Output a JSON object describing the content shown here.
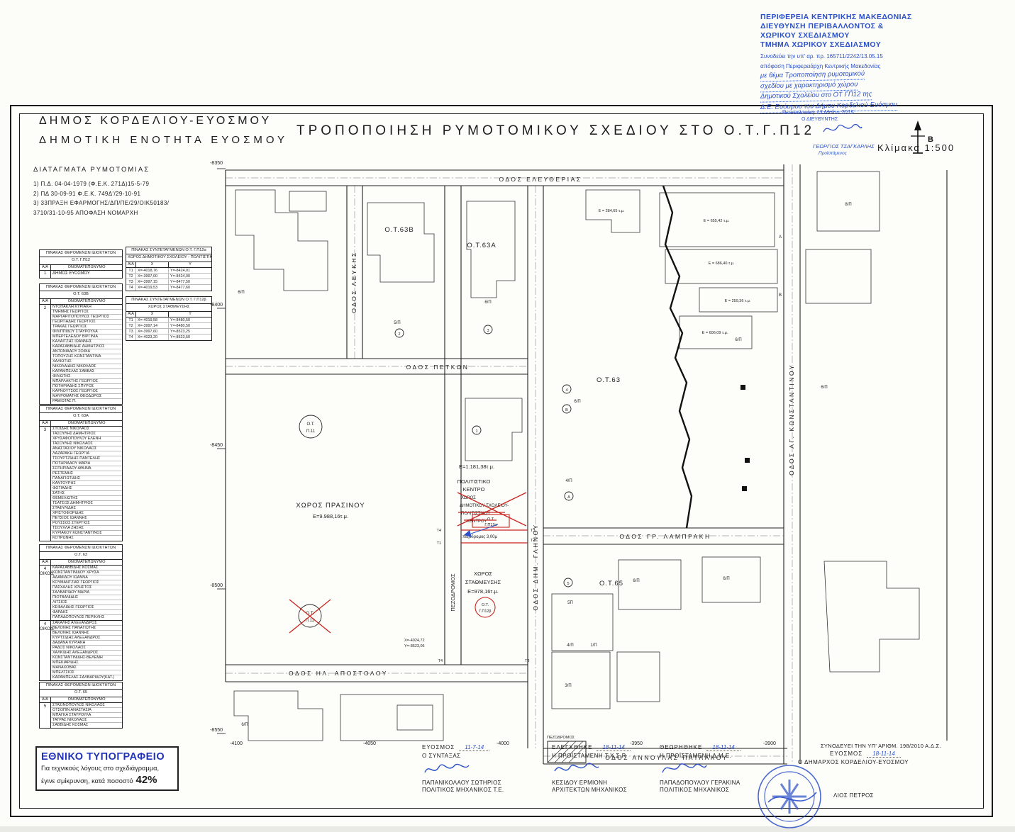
{
  "region_stamp": {
    "line1": "ΠΕΡΙΦΕΡΕΙΑ ΚΕΝΤΡΙΚΗΣ ΜΑΚΕΔΟΝΙΑΣ",
    "line2": "ΔΙΕΥΘΥΝΣΗ ΠΕΡΙΒΑΛΛΟΝΤΟΣ &",
    "line3": "ΧΩΡΙΚΟΥ ΣΧΕΔΙΑΣΜΟΥ",
    "line4": "ΤΜΗΜΑ ΧΩΡΙΚΟΥ ΣΧΕΔΙΑΣΜΟΥ",
    "ref1": "Συνοδεύει την υπ' αρ. πρ. 165711/2242/13.05.15",
    "ref2": "απόφαση Περιφερειάρχη Κεντρικής Μακεδονίας",
    "hand1": "με θέμα Τροποποίηση ρυμοτομικού",
    "hand2": "σχεδίου με χαρακτηρισμό χώρου",
    "hand3": "Δημοτικού Σχολείου στο ΟΤ ΓΠ12 της",
    "hand4": "Δ.Ε. Ευόσμου του Δήμου Κορδελιού-Ευόσμου"
  },
  "header": {
    "municipality": "ΔΗΜΟΣ ΚΟΡΔΕΛΙΟΥ-ΕΥΟΣΜΟΥ",
    "unit": "ΔΗΜΟΤΙΚΗ ΕΝΟΤΗΤΑ ΕΥΟΣΜΟΥ",
    "title": "ΤΡΟΠΟΠΟΙΗΣΗ ΡΥΜΟΤΟΜΙΚΟΥ ΣΧΕΔΙΟΥ ΣΤΟ Ο.Τ.Γ.Π12",
    "scale": "Κλίμακα 1:500",
    "north": "B",
    "city_date": "Θεσσαλονίκη 13 Μαΐου 2015",
    "director_label": "Ο ΔΙΕΥΘΥΝΤΗΣ",
    "signer_name": "ΓΕΩΡΓΙΟΣ ΤΣΑΓΚΑΡΛΗΣ",
    "signer_role": "Προϊστάμενος"
  },
  "decrees": {
    "heading": "ΔΙΑΤΑΓΜΑΤΑ ΡΥΜΟΤΟΜΙΑΣ",
    "items": [
      "1) Π.Δ. 04-04-1979 (Φ.Ε.Κ. 271Δ)15-5-79",
      "2) ΠΔ 30-09-91 Φ.Ε.Κ. 749Δ'/29-10-91",
      "3) 33ΠΡΑΞΗ ΕΦΑΡΜΟΓΗΣ/ΔΠ/ΠΕ/29/ΟΙΚ50183/",
      "3710/31-10-95 ΑΠΟΦΑΣΗ ΝΟΜΑΡΧΗ"
    ]
  },
  "tables": {
    "owners_gp12": {
      "title": "ΠΙΝΑΚΑΣ ΦΕΡΟΜΕΝΩΝ ΙΔΙΟΚΤΗΤΩΝ",
      "block": "Ο.Τ. Γ.Π12",
      "col_aa": "Α/Α",
      "col_name": "ΟΝΟΜΑΤΕΠΩΝΥΜΟ",
      "aa": "1",
      "name": "ΔΗΜΟΣ ΕΥΟΣΜΟΥ"
    },
    "coords_a": {
      "title": "ΠΙΝΑΚΑΣ ΣΥΝΤΕΤΑΓΜΕΝΩΝ Ο.Τ. Γ.Π12α",
      "subtitle": "ΧΩΡΟΣ ΔΗΜΟΤΙΚΟΥ ΣΧΟΛΕΙΟΥ - ΠΟΛΙΤΙΣΤΙΚΟΥ",
      "col_aa": "Α/Α",
      "col_x": "Χ",
      "col_y": "Υ",
      "rows": [
        {
          "pt": "Τ1",
          "x": "Χ=-4018,76",
          "y": "Υ=-8424,01"
        },
        {
          "pt": "Τ2",
          "x": "Χ=-3997,00",
          "y": "Υ=-8424,00"
        },
        {
          "pt": "Τ3",
          "x": "Χ=-3997,15",
          "y": "Υ=-8477,50"
        },
        {
          "pt": "Τ4",
          "x": "Χ=-4019,53",
          "y": "Υ=-8477,60"
        }
      ]
    },
    "coords_b": {
      "title": "ΠΙΝΑΚΑΣ ΣΥΝΤΕΤΑΓΜΕΝΩΝ Ο.Τ. Γ.Π12β",
      "subtitle": "ΧΩΡΟΣ ΣΤΑΘΜΕΥΣΗΣ",
      "col_aa": "Α/Α",
      "col_x": "Χ",
      "col_y": "Υ",
      "rows": [
        {
          "pt": "Τ1",
          "x": "Χ=-4019,58",
          "y": "Υ=-8480,50"
        },
        {
          "pt": "Τ2",
          "x": "Χ=-3997,14",
          "y": "Υ=-8480,50"
        },
        {
          "pt": "Τ3",
          "x": "Χ=-3997,60",
          "y": "Υ=-8523,25"
        },
        {
          "pt": "Τ4",
          "x": "Χ=-4023,20",
          "y": "Υ=-8523,50"
        }
      ]
    },
    "owners_63b": {
      "title": "ΠΙΝΑΚΑΣ ΦΕΡΟΜΕΝΩΝ ΙΔΙΟΚΤΗΤΩΝ",
      "block": "Ο.Τ. 63Β",
      "col_aa": "Α/Α",
      "col_name": "ΟΝΟΜΑΤΕΠΩΝΥΜΟ",
      "aa": "2",
      "names": [
        "ΝΤΟΠΑΚΛΗ ΚΥΡΙΑΚΗ",
        "ΤΜΗΜΗΣ ΓΕΩΡΓΙΟΣ",
        "ΜΑΡΓΑΡΙΤΟΠΟΥΛΟΣ ΓΕΩΡΓΙΟΣ",
        "ΓΕΩΡΓΙΑΔΗΣ ΓΕΩΡΓΙΟΣ",
        "ΤΡΑΚΑΣ ΓΕΩΡΓΙΟΣ",
        "ΦΙΛΙΠΠΙΔΟΥ ΣΤΑΥΡΟΥΛΑ",
        "ΜΠΕΡΓΕΛΕΔΟΥ ΒΙΡΓΙΝΙΑ",
        "ΚΑΛΑΪΤΖΗΣ ΙΩΑΝΝΗΣ",
        "ΚΑΡΑΣΑΒΒΙΔΗΣ ΔΗΜΗΤΡΙΟΣ",
        "ΑΝΤΩΝΙΑΔΟΥ ΣΟΦΙΑ",
        "ΤΟΠΟΥΖΗΣ ΚΩΝΣΤΑΝΤΙΝΑ",
        "ΧΑΛΙΩΤΗΣ",
        "ΝΙΚΟΛΑΪΔΗΣ ΝΙΚΟΛΑΟΣ",
        "ΚΑΡΑΜΠΕΛΑΣ ΣΑΒΒΑΣ",
        "ΦΙΛΙΩΤΗΣ",
        "ΜΠΑΡΛΑΚΤΗΣ ΓΕΩΡΓΙΟΣ",
        "ΠΟΤΗΡΙΑΔΗΣ ΣΠΥΡΟΣ",
        "ΚΑΡΝΟΥΤΣΟΣ ΓΕΩΡΓΙΟΣ",
        "ΜΑΥΡΟΜΑΤΗΣ ΘΕΟΔΩΡΟΣ",
        "ΡΑΜΙΩΤΑΣ Π."
      ]
    },
    "owners_63a": {
      "title": "ΠΙΝΑΚΑΣ ΦΕΡΟΜΕΝΩΝ ΙΔΙΟΚΤΗΤΩΝ",
      "block": "Ο.Τ. 63Α",
      "col_aa": "Α/Α",
      "col_name": "ΟΝΟΜΑΤΕΠΩΝΥΜΟ",
      "aa": "3",
      "names": [
        "ΣΤΟΪΔΗΣ ΝΙΚΟΛΑΟΣ",
        "ΤΑΣΟΥΛΗΣ ΔΗΜΗΤΡΙΟΣ",
        "ΧΡΥΣΑΦΟΠΟΥΛΟΥ ΕΛΕΝΗ",
        "ΤΑΣΟΥΛΗΣ ΝΙΚΟΛΑΟΣ",
        "ΑΝΑΣΤΑΣΙΟΥ ΝΙΚΟΛΑΟΣ",
        "ΛΑΖΑΡΑΚΗ ΓΕΩΡΓΙΑ",
        "ΤΣΟΥΡΤΖΙΔΗΣ ΠΑΝΤΕΛΗΣ",
        "ΠΟΤΗΡΙΑΔΟΥ ΜΑΡΙΑ",
        "ΣΩΤΗΡΙΑΔΟΥ ΑΘΗΝΑ",
        "ΡΕΣΤΕΜΗΣ",
        "ΠΑΝΑΓΙΩΤΙΔΗΣ",
        "ΚΑΝΤΟΥΡΗΣ",
        "ΦΩΤΙΑΔΗΣ",
        "ΣΑΤΗΣ",
        "ΘΕΜΕΛΙΩΤΗΣ",
        "ΤΣΑΤΣΟΣ ΔΗΜΗΤΡΙΟΣ",
        "ΣΤΑΦΥΛΙΔΗΣ",
        "ΧΡΙΣΤΟΦΟΡΙΔΗΣ",
        "ΠΕΤΣΙΟΣ ΙΩΑΝΝΗΣ",
        "ΡΟΥΣΣΟΣ ΣΤΕΡΓΙΟΣ",
        "ΤΣΟΥΧΛΑ ΖΗΣΗΣ",
        "ΚΥΡΙΑΚΟΥ ΚΩΝΣΤΑΝΤΙΝΟΣ",
        "ΚΟΤΡΩΝΗΣ"
      ]
    },
    "owners_63": {
      "title": "ΠΙΝΑΚΑΣ ΦΕΡΟΜΕΝΩΝ ΙΔΙΟΚΤΗΤΩΝ",
      "block": "Ο.Τ. 63",
      "col_aa": "Α/Α",
      "col_name": "ΟΝΟΜΑΤΕΠΩΝΥΜΟ",
      "g1_aa": "4",
      "g1_sub": "ΟΙΚΟΔ.",
      "g1_names": [
        "ΚΑΡΑΣΑΒΒΙΔΗΣ ΚΟΣΜΑΣ",
        "ΚΩΝΣΤΑΝΤΙΝΙΔΟΥ ΧΡΥΣΑ",
        "ΑΔΑΜΙΔΟΥ ΙΩΑΝΝΑ",
        "ΚΟΥΜΑΝΤΖΙΑΣ ΓΕΩΡΓΙΟΣ",
        "ΠΑΣΧΑΛΗΣ ΧΡΗΣΤΟΣ",
        "ΣΑΛΒΑΡΙΔΟΥ ΜΑΡΙΑ",
        "ΠΙΟΤΒΑΝΙΔΗΣ",
        "ΛΙΤΣΙΟΣ",
        "ΚΕΦΑΛΙΔΗΣ ΓΕΩΡΓΙΟΣ",
        "ΦΑΡΔΗΣ",
        "ΠΑΠΑΔΟΠΟΥΛΟΣ ΠΕΡΙΚΛΗΣ"
      ],
      "g2_aa": "4",
      "g2_sub": "ΟΙΚΟΔ.",
      "g2_names": [
        "ΣΑΚΑΛΗΣ ΑΛΕΞΑΝΔΡΟΣ",
        "ΒΕΛΟΝΗΣ ΠΑΝΑΓΙΩΤΗΣ",
        "ΒΕΛΟΝΗΣ ΙΩΑΝΝΗΣ",
        "ΚΥΡΤΣΙΔΗΣ ΑΛΕΞΑΝΔΡΟΣ",
        "ΔΑΔΑΝΑ ΚΥΡΙΑΚΗ",
        "ΡΑΔΟΣ ΝΙΚΟΛΑΟΣ",
        "ΧΑΛΚΙΔΗΣ ΑΛΕΞΑΝΔΡΟΣ",
        "ΚΩΝΣΤΑΝΤΙΝΙΔΗΣ-ΒΕΛΕΜΗ",
        "ΜΠΕΚΙΑΡΙΔΗΣ",
        "ΜΑΝΑΧΟΒΑΣ",
        "ΜΠΕΛΤΣΙΟΣ",
        "ΚΑΡΑΜΠΕΛΑΣ-ΣΑΛΒΑΡΙΔΟΥ(ΚΑΤ.)"
      ]
    },
    "owners_65": {
      "title": "ΠΙΝΑΚΑΣ ΦΕΡΟΜΕΝΩΝ ΙΔΙΟΚΤΗΤΩΝ",
      "block": "Ο.Τ. 65",
      "col_aa": "Α/Α",
      "col_name": "ΟΝΟΜΑΤΕΠΩΝΥΜΟ",
      "aa": "5",
      "names": [
        "ΣΤΑΣΙΝΟΠΟΥΛΟΣ ΝΙΚΟΛΑΟΣ",
        "ΟΤΣΟΠΙΝ ΑΝΑΣΤΑΣΙΑ",
        "ΜΠΑΓΚΑ ΣΤΑΥΡΟΥΛΑ",
        "ΤΑΤΡΑΣ ΝΙΚΟΛΑΟΣ",
        "ΣΑΒΒΙΔΗΣ ΚΟΣΜΑΣ"
      ]
    }
  },
  "map": {
    "grid_y": [
      "-8350",
      "-8400",
      "-8450",
      "-8500",
      "-8550"
    ],
    "grid_x": [
      "-4100",
      "-4050",
      "-4000",
      "-3950",
      "-3900"
    ],
    "streets": {
      "eleftherias": "ΟΔΟΣ ΕΛΕΥΘΕΡΙΑΣ",
      "lefkis": "ΟΔΟΣ ΛΕΥΚΗΣ",
      "petkon": "ΟΔΟΣ ΠΕΤΚΩΝ",
      "glinou": "ΟΔΟΣ ΔΗΜ. ΓΛΗΝΟΥ",
      "lampraki": "ΟΔΟΣ ΓΡ. ΛΑΜΠΡΑΚΗ",
      "apostolou": "ΟΔΟΣ ΗΛ. ΑΠΟΣΤΟΛΟΥ",
      "patlakou": "ΟΔΟΣ ΑΝΝΟΥΛΑΣ ΠΑΤΛΑΚΟΥ",
      "konstantinou": "ΟΔΟΣ ΑΓ. ΚΩΝΣΤΑΝΤΙΝΟΥ",
      "pezodromos": "ΠΕΖΟΔΡΟΜΟΣ",
      "pezodromos_small": "ΠΕΖΟΔΡΟΜΟΣ"
    },
    "blocks": {
      "ot63b": "Ο.Τ.63Β",
      "ot63a": "Ο.Τ.63Α",
      "ot63": "Ο.Τ.63",
      "ot65": "Ο.Τ.65",
      "otp11_l1": "Ο.Τ.",
      "otp11_l2": "Π.11",
      "otp12_l1": "Ο.Τ.",
      "otp12_l2": "Π.12",
      "otgp12a_l1": "Ο.Τ.",
      "otgp12a_l2": "Γ.Π12α",
      "otgp12b_l1": "Ο.Τ.",
      "otgp12b_l2": "Γ.Π12β"
    },
    "areas": {
      "green1": "ΧΩΡΟΣ ΠΡΑΣΙΝΟΥ",
      "green2": "Ε=9.988,16τ.μ.",
      "school_area": "Ε=1.181,38τ.μ.",
      "cultural1": "ΠΟΛΙΤΙΣΤΙΚΟ",
      "cultural2": "ΚΕΝΤΡΟ",
      "school1": "ΧΩΡΟΣ",
      "school2": "ΔΗΜΟΤΙΚΟΥ ΣΧΟΛΕΙΟΥ-",
      "school3": "ΠΟΛΙΤΙΣΤΙΚΟΥ",
      "school4": "ΚΕΝΤΡΟΥ",
      "ped3m": "πεζόδρομος 3,00μ",
      "parking1": "ΧΩΡΟΣ",
      "parking2": "ΣΤΑΘΜΕΥΣΗΣ",
      "parking3": "Ε=978,16τ.μ.",
      "e284": "Ε = 284,65 τ.μ.",
      "e655": "Ε = 655,42 τ.μ.",
      "e686": "Ε = 686,40 τ.μ.",
      "e259": "Ε = 259,36 τ.μ.",
      "e606": "Ε = 606,09 τ.μ."
    },
    "parcels": {
      "p6": "6/Π",
      "p5": "5/Π",
      "p4": "4/Π",
      "p1": "1/Π",
      "p3": "3/Π",
      "p5b": "5Π",
      "p8": "8/Π"
    },
    "circled": {
      "c1": "1",
      "c2": "2",
      "c3": "3",
      "c4": "4",
      "c5": "5",
      "ca": "A",
      "cb": "B"
    },
    "t_marks": {
      "t1": "Τ1",
      "t2": "Τ2",
      "t3": "Τ3",
      "t4": "Τ4"
    },
    "point": {
      "x": "Χ=-4024,72",
      "y": "Υ=-8523,06"
    },
    "section": {
      "a": "A",
      "b": "B"
    }
  },
  "typo_box": {
    "title": "ΕΘΝΙΚΟ ΤΥΠΟΓΡΑΦΕΙΟ",
    "line1": "Για τεχνικούς λόγους στο σχεδιάγραμμα,",
    "line2": "έγινε σμίκρυνση, κατά ποσοστό",
    "percent": "42%"
  },
  "signatures": {
    "s1": {
      "label": "ΕΥΟΣΜΟΣ",
      "date": "11-7-14",
      "role": "Ο ΣΥΝΤΑΞΑΣ",
      "name": "ΠΑΠΑΝΙΚΟΛΑΟΥ ΣΩΤΗΡΙΟΣ",
      "title": "ΠΟΛΙΤΙΚΟΣ ΜΗΧΑΝΙΚΟΣ Τ.Ε."
    },
    "s2": {
      "label": "ΕΛΕΓΧΘΗΚΕ",
      "date": "18-11-14",
      "role": "Η ΠΡΟΪΣΤΑΜΕΝΗ Τ.Χ.Σ.Ρ.",
      "name": "ΚΕΣΙΔΟΥ ΕΡΜΙΟΝΗ",
      "title": "ΑΡΧΙΤΕΚΤΩΝ ΜΗΧΑΝΙΚΟΣ"
    },
    "s3": {
      "label": "ΘΕΩΡΗΘΗΚΕ",
      "date": "18-11-14",
      "role": "Η ΠΡΟΪΣΤΑΜΕΝΗ Δ.Μ.Ε.",
      "name": "ΠΑΠΑΔΟΠΟΥΛΟΥ ΓΕΡΑΚΙΝΑ",
      "title": "ΠΟΛΙΤΙΚΟΣ ΜΗΧΑΝΙΚΟΣ"
    },
    "s4": {
      "accompanies": "ΣΥΝΟΔΕΥΕΙ ΤΗΝ ΥΠ' ΑΡΙΘΜ. 198/2010 Α.Δ.Σ.",
      "label": "ΕΥΟΣΜΟΣ",
      "date": "18-11-14",
      "role": "Ο ΔΗΜΑΡΧΟΣ ΚΟΡΔΕΛΙΟΥ-ΕΥΟΣΜΟΥ",
      "name": "ΛΙΟΣ ΠΕΤΡΟΣ"
    }
  }
}
